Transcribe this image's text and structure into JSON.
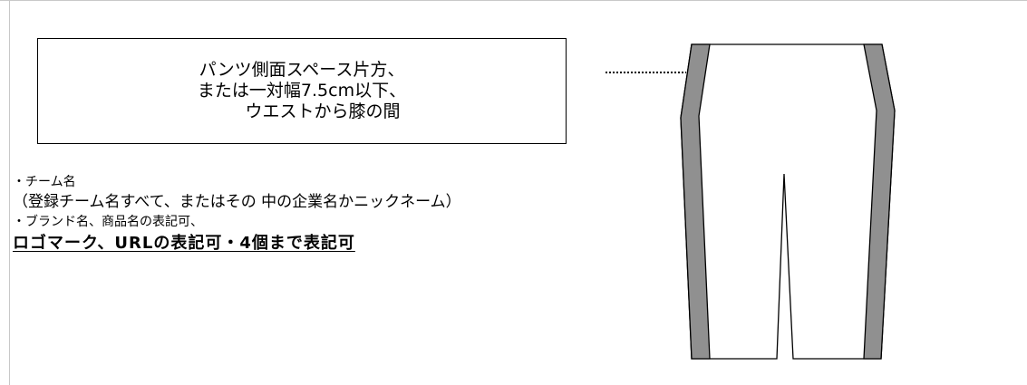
{
  "callout": {
    "line1": "パンツ側面スペース片方、",
    "line2": "または一対幅7.5cm以下、",
    "line3": "ウエストから膝の間"
  },
  "notes": {
    "item1": "・チーム名",
    "item2": "（登録チーム名すべて、またはその 中の企業名かニックネーム）",
    "item3": "・ブランド名、商品名の表記可、",
    "emphasis": "ロゴマーク、URLの表記可・4個まで表記可"
  },
  "colors": {
    "stripe": "#909090",
    "outline": "#000000",
    "background": "#ffffff"
  }
}
